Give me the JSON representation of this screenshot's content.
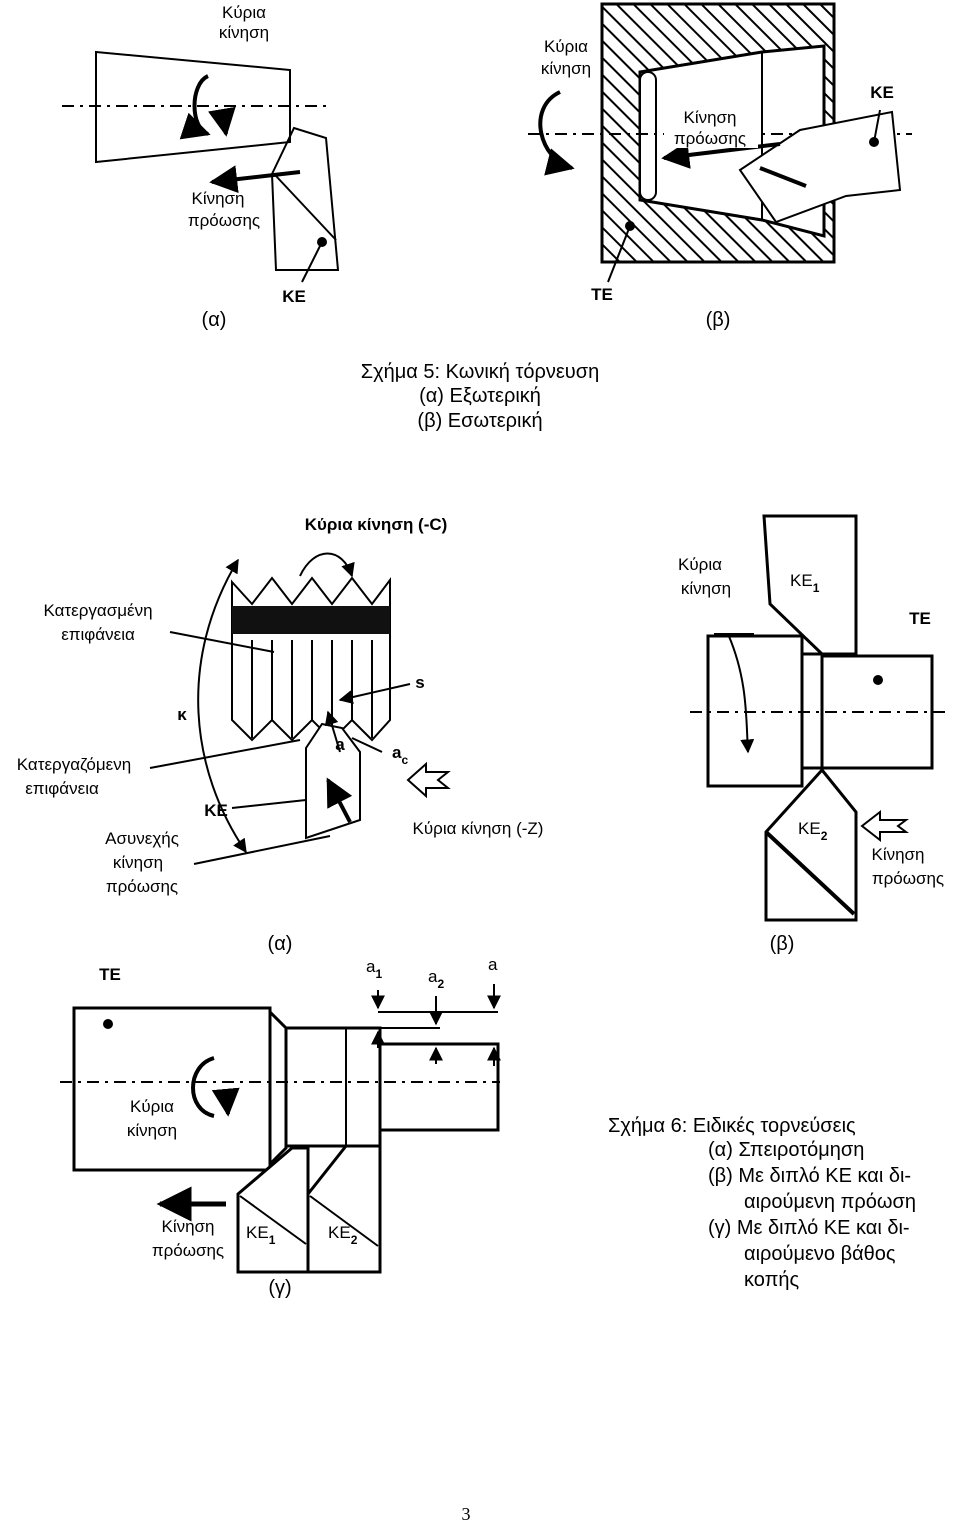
{
  "fig5": {
    "a": {
      "main_motion": [
        "Κύρια",
        "κίνηση"
      ],
      "feed_motion": [
        "Κίνηση",
        "πρόωσης"
      ],
      "cutting_edge": "ΚΕ",
      "panel_label": "(α)"
    },
    "b": {
      "main_motion": [
        "Κύρια",
        "κίνηση"
      ],
      "feed_motion": [
        "Κίνηση",
        "πρόωσης"
      ],
      "cutting_edge": "ΚΕ",
      "tool_edge": "ΤΕ",
      "panel_label": "(β)"
    },
    "caption": [
      "Σχήμα 5: Κωνική τόρνευση",
      "(α) Εξωτερική",
      "(β) Εσωτερική"
    ]
  },
  "fig6": {
    "a": {
      "main_motion_c": "Κύρια κίνηση (-C)",
      "machined_surface": [
        "Κατεργασμένη",
        "επιφάνεια"
      ],
      "kappa": "κ",
      "s": "s",
      "a": "a",
      "a_c": "a",
      "a_c_sub": "c",
      "working_surface": [
        "Κατεργαζόμενη",
        "επιφάνεια"
      ],
      "cutting_edge": "ΚΕ",
      "main_motion_z": "Κύρια κίνηση (-Z)",
      "intermittent_feed": [
        "Ασυνεχής",
        "κίνηση",
        "πρόωσης"
      ],
      "panel_label": "(α)"
    },
    "b": {
      "main_motion": [
        "Κύρια",
        "κίνηση"
      ],
      "ke1": "ΚΕ",
      "ke1_sub": "1",
      "tool_edge": "ΤΕ",
      "ke2": "ΚΕ",
      "ke2_sub": "2",
      "feed_motion": [
        "Κίνηση",
        "πρόωσης"
      ],
      "panel_label": "(β)"
    },
    "c": {
      "tool_edge": "ΤΕ",
      "a1": "a",
      "a1_sub": "1",
      "a2": "a",
      "a2_sub": "2",
      "a": "a",
      "main_motion": [
        "Κύρια",
        "κίνηση"
      ],
      "feed_motion": [
        "Κίνηση",
        "πρόωσης"
      ],
      "ke1": "ΚΕ",
      "ke1_sub": "1",
      "ke2": "ΚΕ",
      "ke2_sub": "2",
      "panel_label": "(γ)"
    },
    "caption": [
      "Σχήμα 6: Ειδικές τορνεύσεις",
      "(α) Σπειροτόμηση",
      "(β) Με διπλό ΚΕ και δι-",
      "αιρούμενη πρόωση",
      "(γ) Με διπλό ΚΕ και δι-",
      "αιρούμενο βάθος",
      "κοπής"
    ]
  },
  "page_number": "3"
}
